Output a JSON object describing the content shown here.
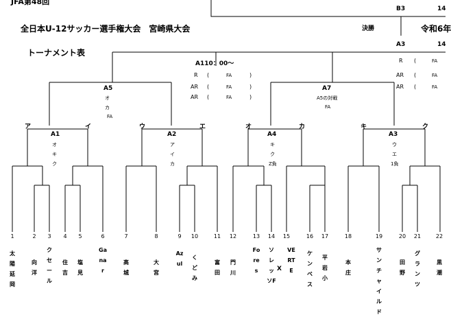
{
  "header": {
    "edition": "JFA第48回",
    "tournament": "全日本U-12サッカー選手権大会　宮崎県大会",
    "final_label": "決勝",
    "era": "令和6年",
    "b3": "B3",
    "b3_num": "14",
    "a3": "A3",
    "a3_num": "14"
  },
  "bracket_title": "トーナメント表",
  "top_match": {
    "label": "A110：00〜",
    "officials": [
      {
        "role": "R",
        "open": "(",
        "value": "FA",
        "close": ")"
      },
      {
        "role": "AR",
        "open": "(",
        "value": "FA",
        "close": ")"
      },
      {
        "role": "AR",
        "open": "(",
        "value": "FA",
        "close": ")"
      }
    ]
  },
  "right_officials": [
    {
      "role": "R",
      "open": "(",
      "value": "FA"
    },
    {
      "role": "AR",
      "open": "(",
      "value": "FA"
    },
    {
      "role": "AR",
      "open": "(",
      "value": "FA"
    }
  ],
  "semis": {
    "a5": {
      "code": "A5",
      "line1": "オ",
      "line2": "カ",
      "line3": "FA"
    },
    "a7": {
      "code": "A7",
      "line1": "A5の対戦",
      "line2": "FA"
    }
  },
  "group_letters": [
    "ア",
    "イ",
    "ウ",
    "エ",
    "オ",
    "カ",
    "キ",
    "ク"
  ],
  "quarters": {
    "a1": {
      "code": "A1",
      "lines": [
        "オ",
        "キ",
        "ク"
      ]
    },
    "a2": {
      "code": "A2",
      "lines": [
        "ア",
        "イ",
        "カ"
      ]
    },
    "a4": {
      "code": "A4",
      "lines": [
        "キ",
        "ク",
        "Z負"
      ]
    },
    "a3": {
      "code": "A3",
      "lines": [
        "ウ",
        "エ",
        "1負"
      ]
    }
  },
  "teams": [
    {
      "num": "1",
      "name": "太陽延岡"
    },
    {
      "num": "2",
      "name": "向洋"
    },
    {
      "num": "3",
      "name": "クセール"
    },
    {
      "num": "4",
      "name": "住吉"
    },
    {
      "num": "5",
      "name": "塩見"
    },
    {
      "num": "6",
      "name": "Ganar"
    },
    {
      "num": "7",
      "name": "高城"
    },
    {
      "num": "8",
      "name": "大宮"
    },
    {
      "num": "9",
      "name": "Azul"
    },
    {
      "num": "10",
      "name": "くどみ"
    },
    {
      "num": "11",
      "name": "富田"
    },
    {
      "num": "12",
      "name": "門川"
    },
    {
      "num": "13",
      "name": "Fores"
    },
    {
      "num": "14",
      "name": "ソレッソF"
    },
    {
      "num": "15",
      "name": "VERTE"
    },
    {
      "num": "16",
      "name": "ケンベス"
    },
    {
      "num": "17",
      "name": "平岩小"
    },
    {
      "num": "18",
      "name": "本庄"
    },
    {
      "num": "19",
      "name": "サンチャイルド"
    },
    {
      "num": "20",
      "name": "田野"
    },
    {
      "num": "21",
      "name": "グランツ"
    },
    {
      "num": "22",
      "name": "黒潮"
    }
  ],
  "x_mark": "X"
}
